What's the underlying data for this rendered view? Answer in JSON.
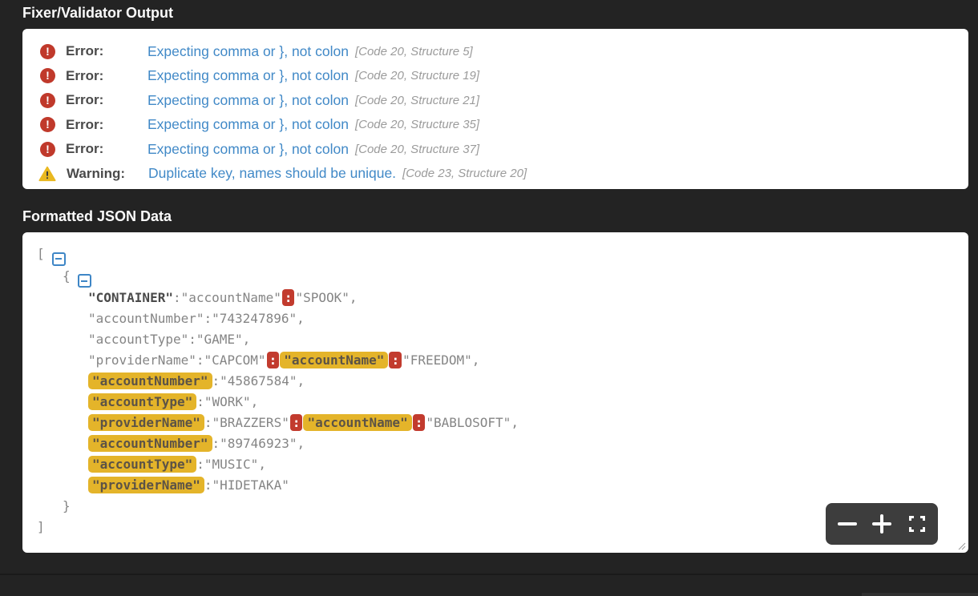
{
  "colors": {
    "background": "#232323",
    "panel": "#ffffff",
    "error_red": "#c0392b",
    "warning_yellow": "#e9b820",
    "link_blue": "#4189c7",
    "duplicate_key_highlight": "#e4b42a",
    "error_colon_badge": "#c23b2e",
    "toggle_blue": "#3e86c6",
    "zoombox_gray": "#3d3d3d"
  },
  "validator": {
    "title": "Fixer/Validator Output",
    "rows": [
      {
        "type": "error",
        "label": "Error:",
        "message": "Expecting comma or }, not colon",
        "code": "[Code 20, Structure 5]"
      },
      {
        "type": "error",
        "label": "Error:",
        "message": "Expecting comma or }, not colon",
        "code": "[Code 20, Structure 19]"
      },
      {
        "type": "error",
        "label": "Error:",
        "message": "Expecting comma or }, not colon",
        "code": "[Code 20, Structure 21]"
      },
      {
        "type": "error",
        "label": "Error:",
        "message": "Expecting comma or }, not colon",
        "code": "[Code 20, Structure 35]"
      },
      {
        "type": "error",
        "label": "Error:",
        "message": "Expecting comma or }, not colon",
        "code": "[Code 20, Structure 37]"
      },
      {
        "type": "warning",
        "label": "Warning:",
        "message": "Duplicate key, names should be unique.",
        "code": "[Code 23, Structure 20]"
      }
    ]
  },
  "viewer": {
    "title": "Formatted JSON Data",
    "lines": [
      {
        "indent": 0,
        "tokens": [
          {
            "type": "punct",
            "text": "["
          },
          {
            "type": "toggle"
          }
        ]
      },
      {
        "indent": 1,
        "tokens": [
          {
            "type": "punct",
            "text": "{"
          },
          {
            "type": "toggle"
          }
        ]
      },
      {
        "indent": 2,
        "tokens": [
          {
            "type": "keybold",
            "text": "\"CONTAINER\""
          },
          {
            "type": "punct",
            "text": ":"
          },
          {
            "type": "plain",
            "text": "\"accountName\""
          },
          {
            "type": "badge",
            "text": ":"
          },
          {
            "type": "plain",
            "text": "\"SPOOK\""
          },
          {
            "type": "punct",
            "text": ","
          }
        ]
      },
      {
        "indent": 2,
        "tokens": [
          {
            "type": "plain",
            "text": "\"accountNumber\""
          },
          {
            "type": "punct",
            "text": ":"
          },
          {
            "type": "plain",
            "text": "\"743247896\""
          },
          {
            "type": "punct",
            "text": ","
          }
        ]
      },
      {
        "indent": 2,
        "tokens": [
          {
            "type": "plain",
            "text": "\"accountType\""
          },
          {
            "type": "punct",
            "text": ":"
          },
          {
            "type": "plain",
            "text": "\"GAME\""
          },
          {
            "type": "punct",
            "text": ","
          }
        ]
      },
      {
        "indent": 2,
        "tokens": [
          {
            "type": "plain",
            "text": "\"providerName\""
          },
          {
            "type": "punct",
            "text": ":"
          },
          {
            "type": "plain",
            "text": "\"CAPCOM\""
          },
          {
            "type": "badge",
            "text": ":"
          },
          {
            "type": "dupkey",
            "text": "\"accountName\""
          },
          {
            "type": "badge",
            "text": ":"
          },
          {
            "type": "plain",
            "text": "\"FREEDOM\""
          },
          {
            "type": "punct",
            "text": ","
          }
        ]
      },
      {
        "indent": 2,
        "tokens": [
          {
            "type": "dupkey",
            "text": "\"accountNumber\""
          },
          {
            "type": "punct",
            "text": ":"
          },
          {
            "type": "plain",
            "text": "\"45867584\""
          },
          {
            "type": "punct",
            "text": ","
          }
        ]
      },
      {
        "indent": 2,
        "tokens": [
          {
            "type": "dupkey",
            "text": "\"accountType\""
          },
          {
            "type": "punct",
            "text": ":"
          },
          {
            "type": "plain",
            "text": "\"WORK\""
          },
          {
            "type": "punct",
            "text": ","
          }
        ]
      },
      {
        "indent": 2,
        "tokens": [
          {
            "type": "dupkey",
            "text": "\"providerName\""
          },
          {
            "type": "punct",
            "text": ":"
          },
          {
            "type": "plain",
            "text": "\"BRAZZERS\""
          },
          {
            "type": "badge",
            "text": ":"
          },
          {
            "type": "dupkey",
            "text": "\"accountName\""
          },
          {
            "type": "badge",
            "text": ":"
          },
          {
            "type": "plain",
            "text": "\"BABLOSOFT\""
          },
          {
            "type": "punct",
            "text": ","
          }
        ]
      },
      {
        "indent": 2,
        "tokens": [
          {
            "type": "dupkey",
            "text": "\"accountNumber\""
          },
          {
            "type": "punct",
            "text": ":"
          },
          {
            "type": "plain",
            "text": "\"89746923\""
          },
          {
            "type": "punct",
            "text": ","
          }
        ]
      },
      {
        "indent": 2,
        "tokens": [
          {
            "type": "dupkey",
            "text": "\"accountType\""
          },
          {
            "type": "punct",
            "text": ":"
          },
          {
            "type": "plain",
            "text": "\"MUSIC\""
          },
          {
            "type": "punct",
            "text": ","
          }
        ]
      },
      {
        "indent": 2,
        "tokens": [
          {
            "type": "dupkey",
            "text": "\"providerName\""
          },
          {
            "type": "punct",
            "text": ":"
          },
          {
            "type": "plain",
            "text": "\"HIDETAKA\""
          }
        ]
      },
      {
        "indent": 1,
        "tokens": [
          {
            "type": "punct",
            "text": "}"
          }
        ]
      },
      {
        "indent": 0,
        "tokens": [
          {
            "type": "punct",
            "text": "]"
          }
        ]
      }
    ]
  }
}
